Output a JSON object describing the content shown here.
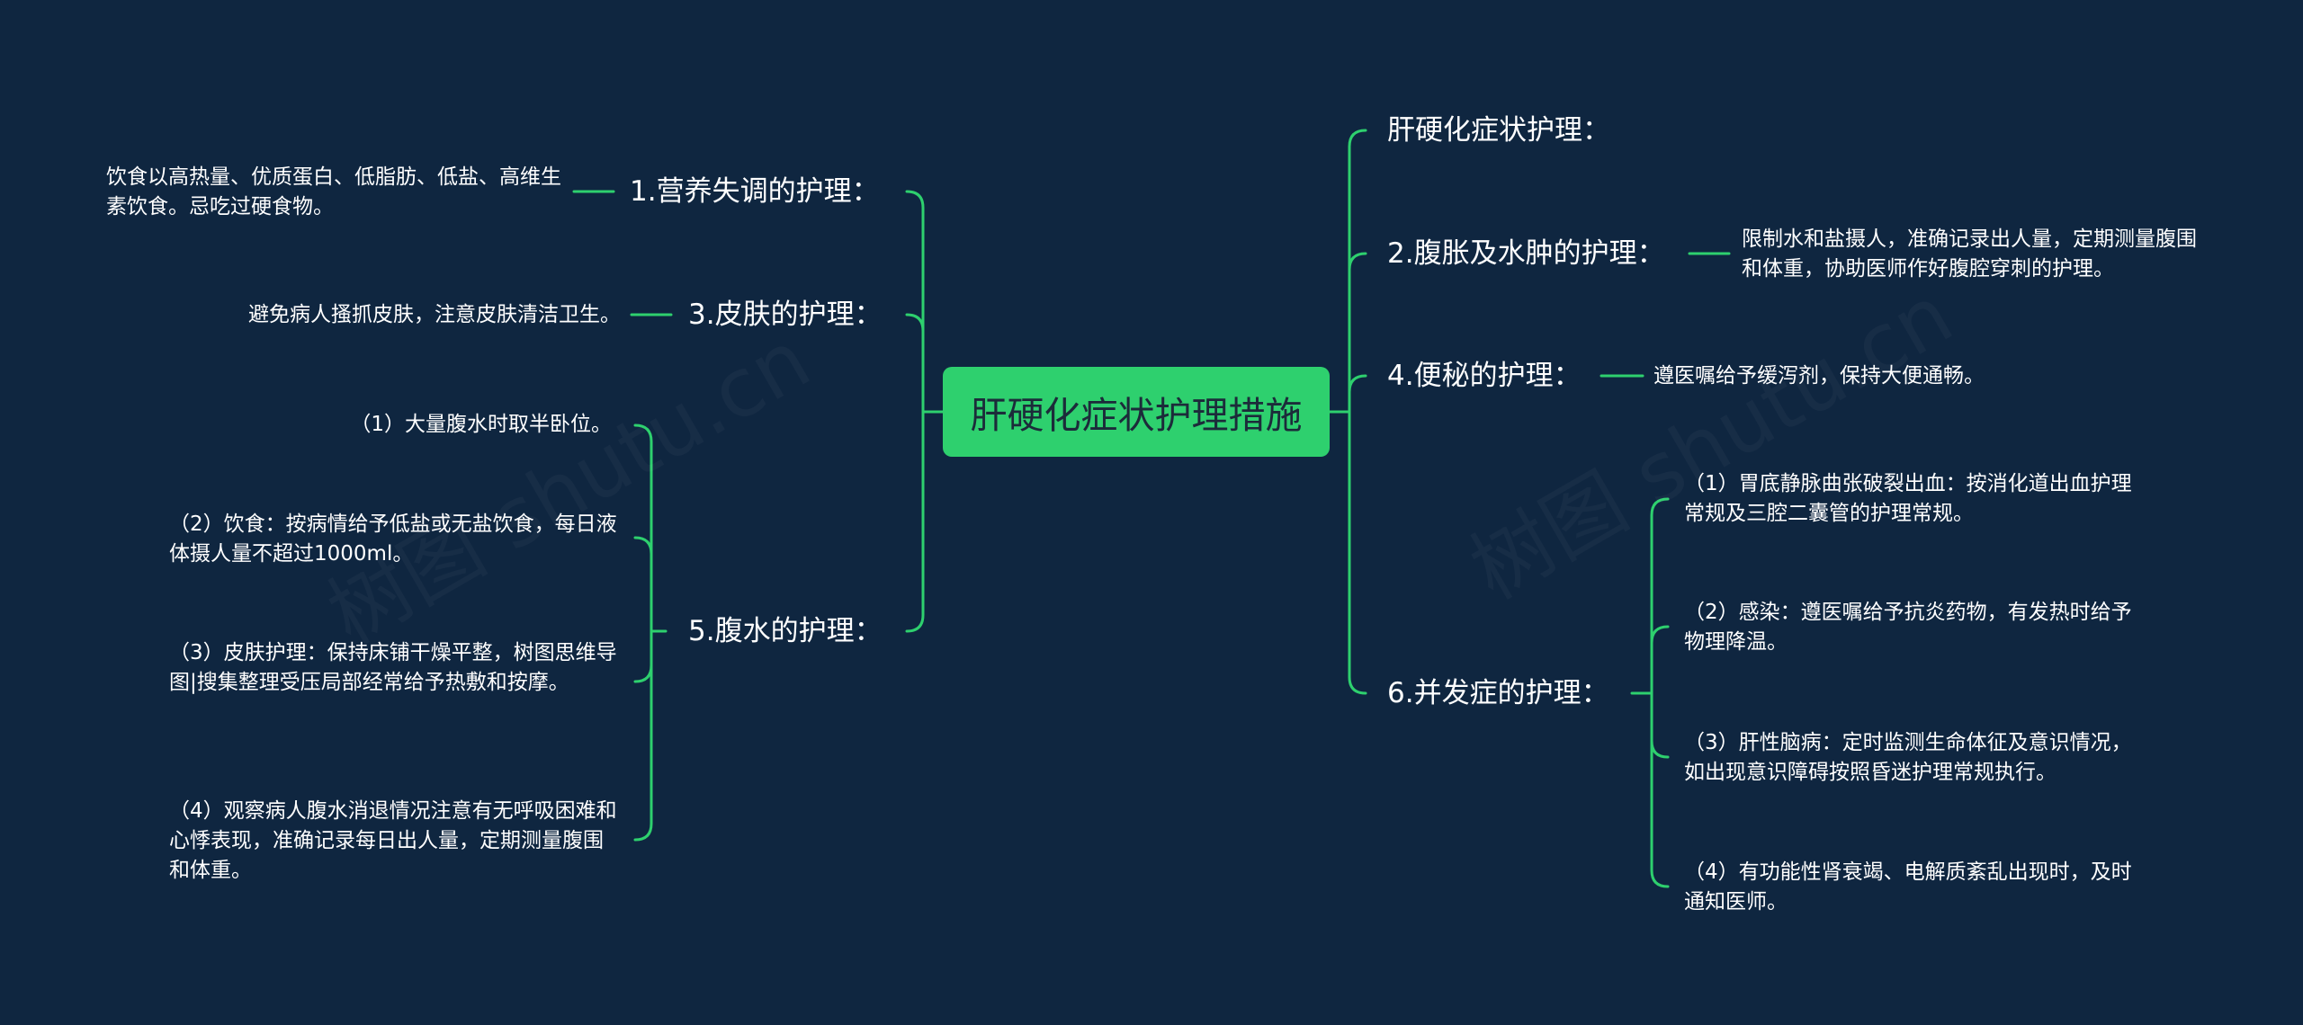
{
  "colors": {
    "background": "#0f2640",
    "root_fill": "#2ed06e",
    "connector": "#2ed06e"
  },
  "watermark": "树图 shutu.cn",
  "root": {
    "label": "肝硬化症状护理措施"
  },
  "left_branches": [
    {
      "label": "1.营养失调的护理：",
      "leaves": [
        "饮食以高热量、优质蛋白、低脂肪、低盐、高维生素饮食。忌吃过硬食物。"
      ]
    },
    {
      "label": "3.皮肤的护理：",
      "leaves": [
        "避免病人搔抓皮肤，注意皮肤清洁卫生。"
      ]
    },
    {
      "label": "5.腹水的护理：",
      "leaves": [
        "（1）大量腹水时取半卧位。",
        "（2）饮食：按病情给予低盐或无盐饮食，每日液体摄人量不超过1000ml。",
        "（3）皮肤护理：保持床铺干燥平整，树图思维导图|搜集整理受压局部经常给予热敷和按摩。",
        "（4）观察病人腹水消退情况注意有无呼吸困难和心悸表现，准确记录每日出人量，定期测量腹围和体重。"
      ]
    }
  ],
  "right_branches": [
    {
      "label": "肝硬化症状护理：",
      "leaves": []
    },
    {
      "label": "2.腹胀及水肿的护理：",
      "leaves": [
        "限制水和盐摄人，准确记录出人量，定期测量腹围和体重，协助医师作好腹腔穿刺的护理。"
      ]
    },
    {
      "label": "4.便秘的护理：",
      "leaves": [
        "遵医嘱给予缓泻剂，保持大便通畅。"
      ]
    },
    {
      "label": "6.并发症的护理：",
      "leaves": [
        "（1）胃底静脉曲张破裂出血：按消化道出血护理常规及三腔二囊管的护理常规。",
        "（2）感染：遵医嘱给予抗炎药物，有发热时给予物理降温。",
        "（3）肝性脑病：定时监测生命体征及意识情况，如出现意识障碍按照昏迷护理常规执行。",
        "（4）有功能性肾衰竭、电解质紊乱出现时，及时通知医师。"
      ]
    }
  ]
}
